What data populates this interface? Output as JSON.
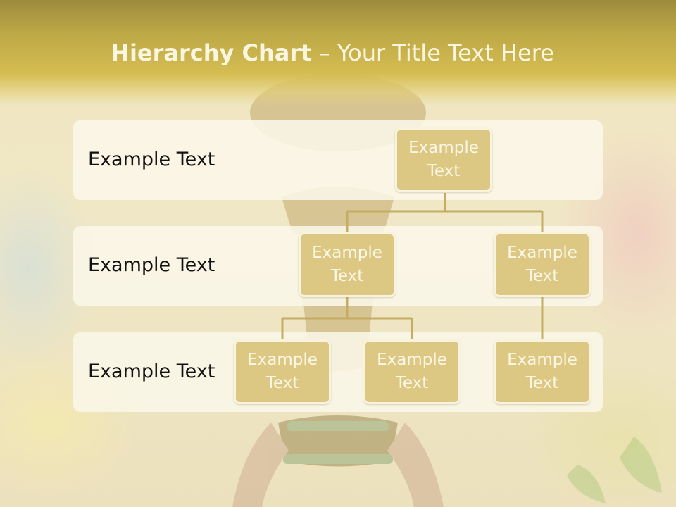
{
  "slide": {
    "title_bold": "Hierarchy Chart",
    "title_sep": " – ",
    "title_rest": "Your Title Text Here"
  },
  "rows": [
    {
      "label": "Example Text"
    },
    {
      "label": "Example Text"
    },
    {
      "label": "Example Text"
    }
  ],
  "nodes": {
    "root": "Example Text",
    "level2_left": "Example Text",
    "level2_right": "Example Text",
    "level3_a": "Example Text",
    "level3_b": "Example Text",
    "level3_c": "Example Text"
  },
  "colors": {
    "header": "#c9b24a",
    "node_fill": "#dcc882",
    "node_border": "#f8f3dc",
    "connector": "#c4ad62",
    "band": "#faf7e8"
  }
}
